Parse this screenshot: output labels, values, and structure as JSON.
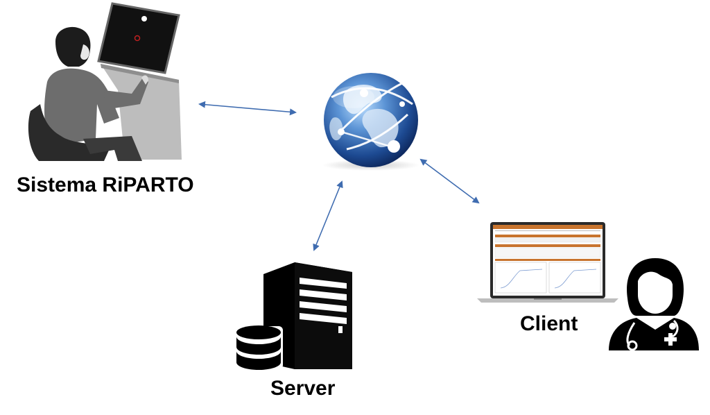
{
  "nodes": {
    "sistema": {
      "label": "Sistema RiPARTO"
    },
    "client": {
      "label": "Client"
    },
    "server": {
      "label": "Server"
    },
    "network": {
      "icon": "globe-icon"
    }
  },
  "edges": [
    {
      "from": "sistema",
      "to": "network",
      "style": "bidirectional-arrow"
    },
    {
      "from": "server",
      "to": "network",
      "style": "bidirectional-arrow"
    },
    {
      "from": "client",
      "to": "network",
      "style": "bidirectional-arrow"
    }
  ],
  "colors": {
    "arrow": "#3f6cb0",
    "globe_dark": "#0e2f6b",
    "globe_light": "#6aa4e0",
    "laptop_accent": "#c8742e",
    "ink": "#000000"
  }
}
